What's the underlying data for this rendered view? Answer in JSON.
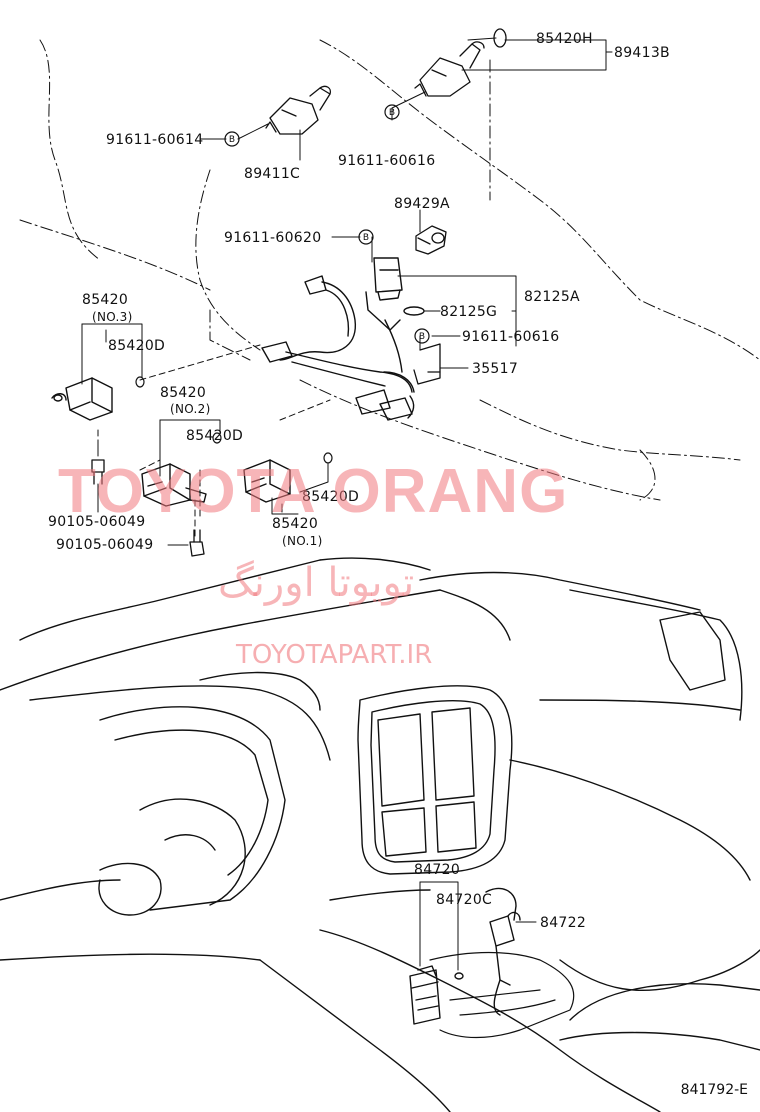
{
  "parts": {
    "p85420H": "85420H",
    "p89413B": "89413B",
    "p91611_60614": "91611-60614",
    "p91611_60616_top": "91611-60616",
    "p89411C": "89411C",
    "p89429A": "89429A",
    "p91611_60620": "91611-60620",
    "p82125G": "82125G",
    "p82125A": "82125A",
    "p91611_60616_mid": "91611-60616",
    "p35517": "35517",
    "p85420_no3": "85420",
    "no3": "(NO.3)",
    "p85420D_a": "85420D",
    "p85420_no2": "85420",
    "no2": "(NO.2)",
    "p85420D_b": "85420D",
    "p85420D_c": "85420D",
    "p85420_no1": "85420",
    "no1": "(NO.1)",
    "p90105_a": "90105-06049",
    "p90105_b": "90105-06049",
    "p84720": "84720",
    "p84720C": "84720C",
    "p84722": "84722",
    "bolt_mark": "B"
  },
  "watermark": {
    "main": "TOYOTA ORANG",
    "persian": "تویوتا اورنگ",
    "url": "TOYOTAPART.IR"
  },
  "figure_id": "841792-E",
  "colors": {
    "line": "#111111",
    "watermark": "#f07a7f"
  }
}
